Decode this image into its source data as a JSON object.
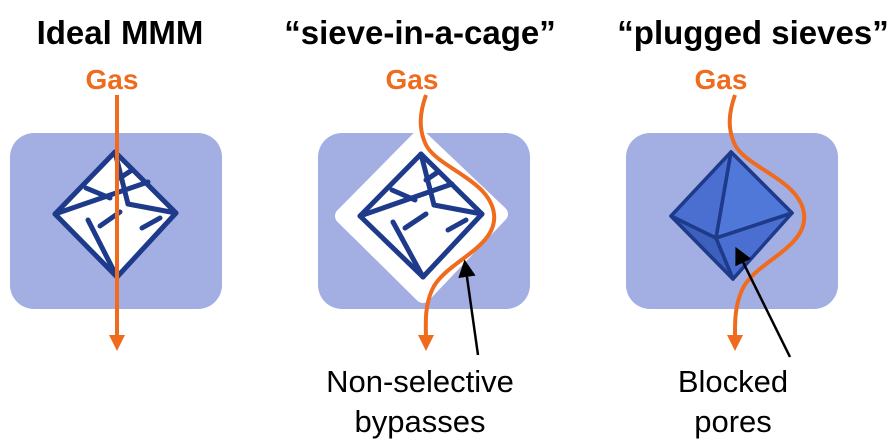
{
  "colors": {
    "matrix": "#a3aee3",
    "gas": "#ef6c1e",
    "crystal_edge": "#1e3a8a",
    "crystal_fill_plugged": "#4a6fd0",
    "annotation": "#000000"
  },
  "panels": [
    {
      "title": "Ideal MMM",
      "gas_label": "Gas",
      "annotation": []
    },
    {
      "title": "“sieve-in-a-cage”",
      "gas_label": "Gas",
      "annotation": [
        "Non-selective",
        "bypasses"
      ]
    },
    {
      "title": "“plugged sieves”",
      "gas_label": "Gas",
      "annotation": [
        "Blocked",
        "pores"
      ]
    }
  ]
}
